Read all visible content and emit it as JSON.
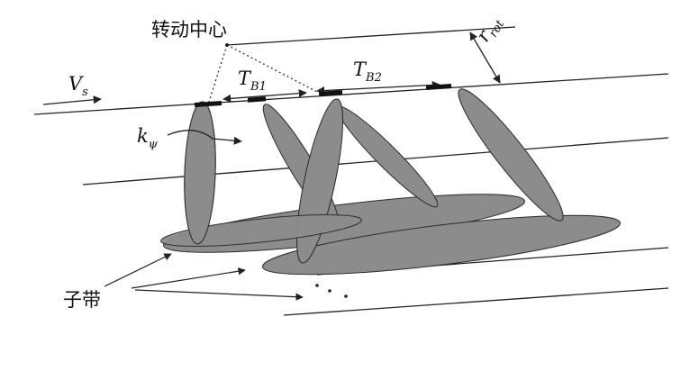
{
  "labels": {
    "rotation_center": "转动中心",
    "sub_band": "子带",
    "v_symbol": "V",
    "v_sub": "s",
    "k_symbol": "k",
    "k_sub": "ψ",
    "tb1_symbol": "T",
    "tb1_sub": "B1",
    "tb2_symbol": "T",
    "tb2_sub": "B2",
    "r_symbol": "r",
    "r_sub": "rot"
  },
  "colors": {
    "ellipse_fill": "#8c8c8c",
    "ellipse_stroke": "#2b2b2b",
    "line": "#222222",
    "tag": "#111111"
  }
}
